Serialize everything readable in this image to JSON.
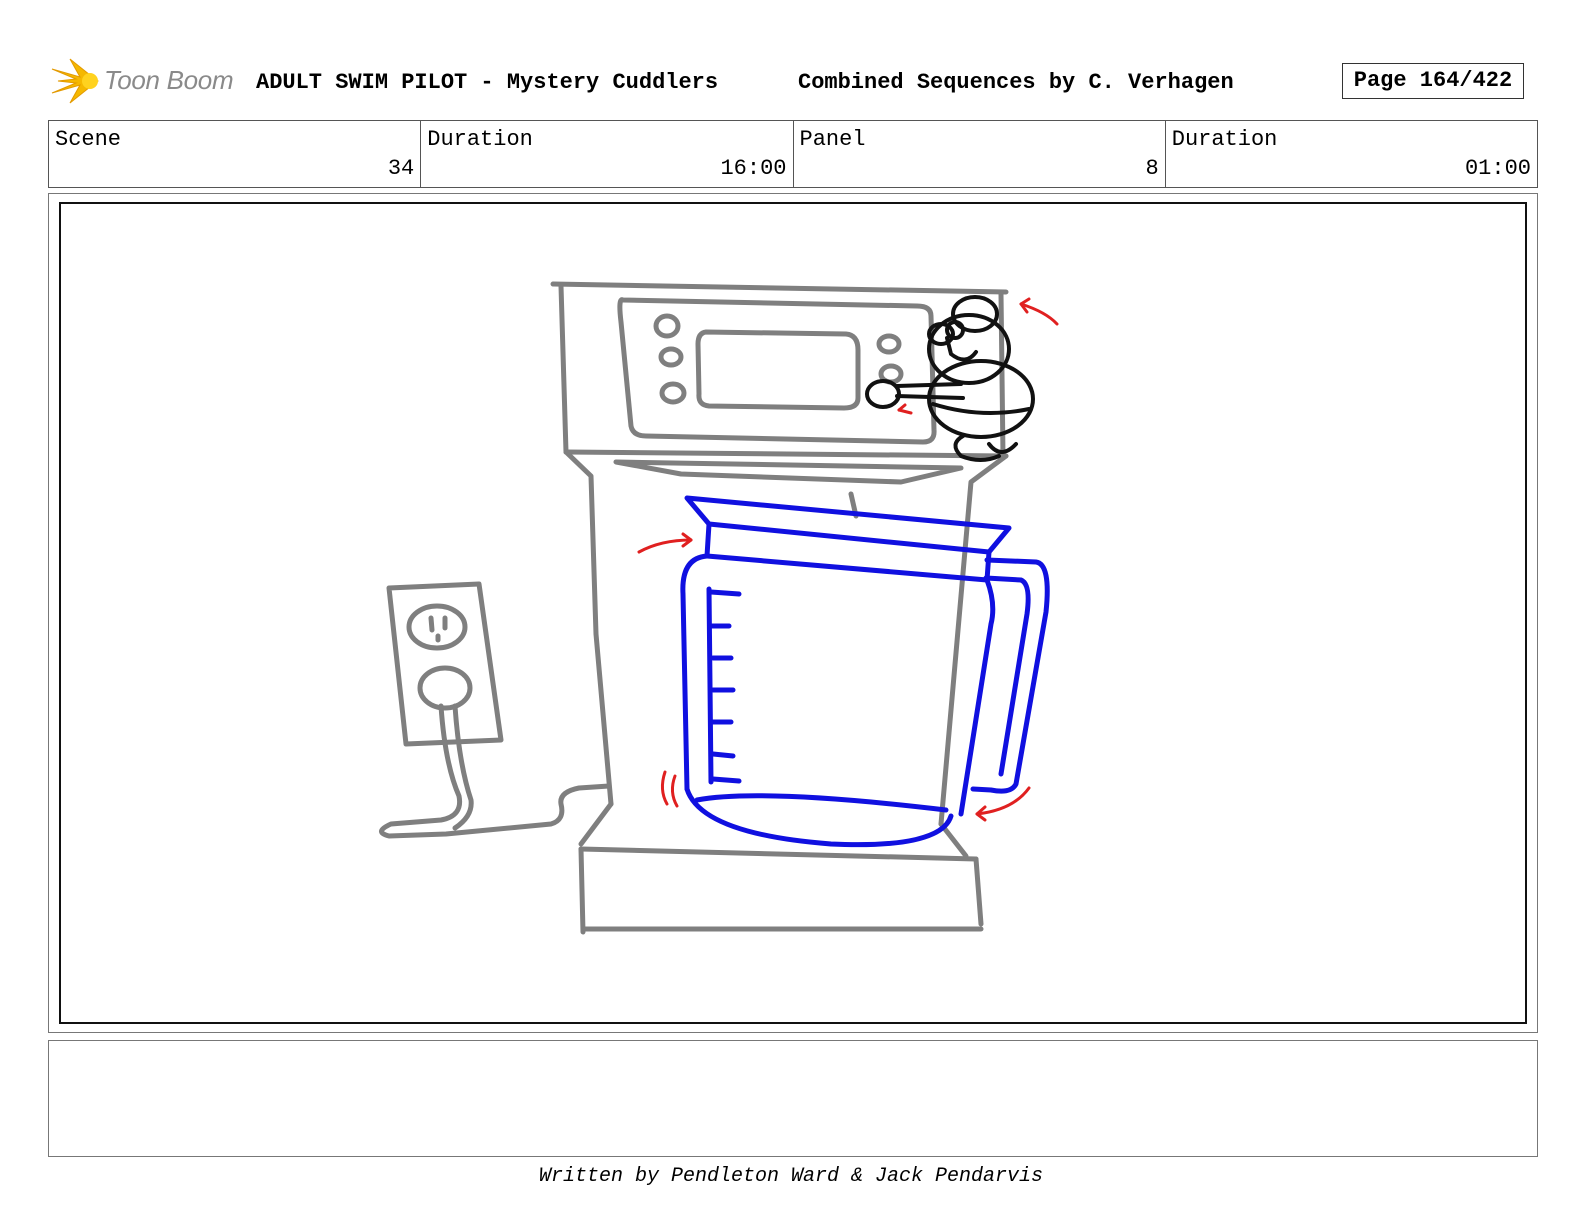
{
  "header": {
    "logo_text": "Toon Boom",
    "project_title": "ADULT SWIM PILOT - Mystery Cuddlers",
    "sequence_title": "Combined Sequences by C. Verhagen",
    "page_label": "Page 164/422"
  },
  "info": {
    "scene_label": "Scene",
    "scene_value": "34",
    "scene_duration_label": "Duration",
    "scene_duration_value": "16:00",
    "panel_label": "Panel",
    "panel_value": "8",
    "panel_duration_label": "Duration",
    "panel_duration_value": "01:00"
  },
  "colors": {
    "sketch_gray": "#7f7f7f",
    "carafe_blue": "#1010e0",
    "arrow_red": "#e02020",
    "logo_yellow": "#f5b800"
  },
  "notes": "",
  "footer": {
    "credit": "Written by Pendleton Ward & Jack Pendarvis"
  }
}
